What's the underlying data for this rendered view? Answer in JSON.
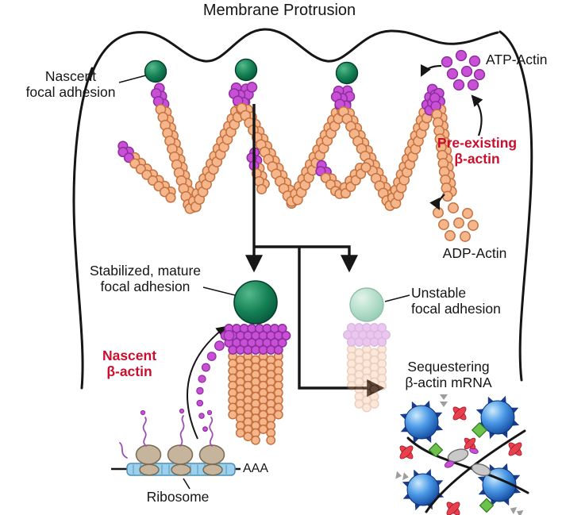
{
  "title": "Membrane Protrusion",
  "labels": {
    "nascent_focal_adhesion": {
      "line1": "Nascent",
      "line2": "focal adhesion"
    },
    "atp_actin": "ATP-Actin",
    "pre_existing_beta_actin": {
      "line1": "Pre-existing",
      "line2": "β-actin"
    },
    "adp_actin": "ADP-Actin",
    "stabilized_focal_adhesion": {
      "line1": "Stabilized, mature",
      "line2": "focal adhesion"
    },
    "unstable_focal_adhesion": {
      "line1": "Unstable",
      "line2": "focal adhesion"
    },
    "nascent_beta_actin": {
      "line1": "Nascent",
      "line2": "β-actin"
    },
    "sequestering_mrna": {
      "line1": "Sequestering",
      "line2": "β-actin mRNA"
    },
    "poly_a_tail": "AAA",
    "ribosome": "Ribosome"
  },
  "colors": {
    "adp_actin_orange": "#F6B68C",
    "adp_actin_outline": "#C4713F",
    "atp_actin_magenta": "#C94FD6",
    "atp_actin_outline": "#8C2F9E",
    "focal_adhesion_green": "#0C6B45",
    "unstable_green": "#9ED4BC",
    "highlight_red": "#C8102E",
    "outline_black": "#161616",
    "mrna_blue": "#9BD1EC",
    "ribosome_tan": "#C6B59C",
    "granule_blue": "#1E6FD0",
    "granule_spike_blue": "#1B3C8C",
    "granule_red": "#E8414E",
    "granule_green": "#6DC24B",
    "granule_gray": "#9D9D9D"
  }
}
